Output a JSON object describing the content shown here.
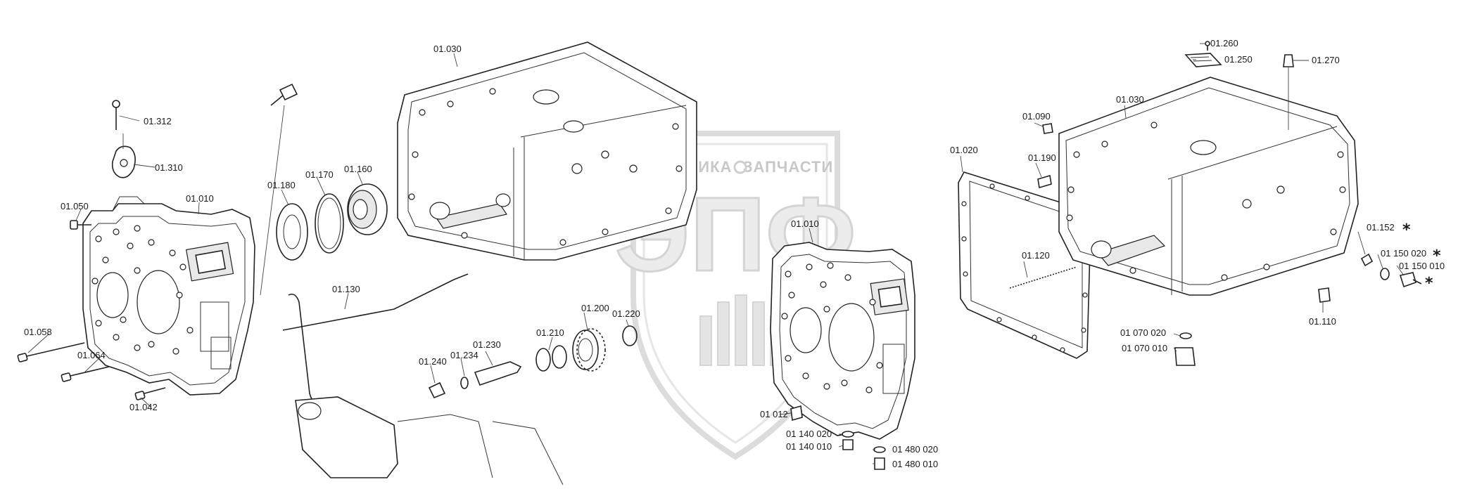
{
  "watermark": {
    "left_word": "ТЕХНИКА",
    "right_word": "ЗАПЧАСТИ",
    "big_letters": "ЭПФ"
  },
  "labels": {
    "p01_312": "01.312",
    "p01_310": "01.310",
    "p01_050": "01.050",
    "p01_010a": "01.010",
    "p01_058": "01.058",
    "p01_064": "01.064",
    "p01_042": "01.042",
    "p01_180": "01.180",
    "p01_170": "01.170",
    "p01_160": "01.160",
    "p01_030a": "01.030",
    "p01_130": "01.130",
    "p01_240": "01.240",
    "p01_234": "01.234",
    "p01_230": "01.230",
    "p01_210": "01.210",
    "p01_200": "01.200",
    "p01_220": "01.220",
    "p01_010b": "01.010",
    "p01_012": "01 012",
    "p01_140_020": "01 140 020",
    "p01_140_010": "01 140 010",
    "p01_480_020": "01 480 020",
    "p01_480_010": "01 480 010",
    "p01_020": "01.020",
    "p01_120": "01.120",
    "p01_090": "01.090",
    "p01_190": "01.190",
    "p01_030b": "01.030",
    "p01_260": "01.260",
    "p01_250": "01.250",
    "p01_270": "01.270",
    "p01_152": "01.152",
    "p01_150_020": "01 150 020",
    "p01_150_010": "01 150 010",
    "p01_110": "01.110",
    "p01_070_020": "01 070 020",
    "p01_070_010": "01 070 010",
    "star": "*"
  }
}
